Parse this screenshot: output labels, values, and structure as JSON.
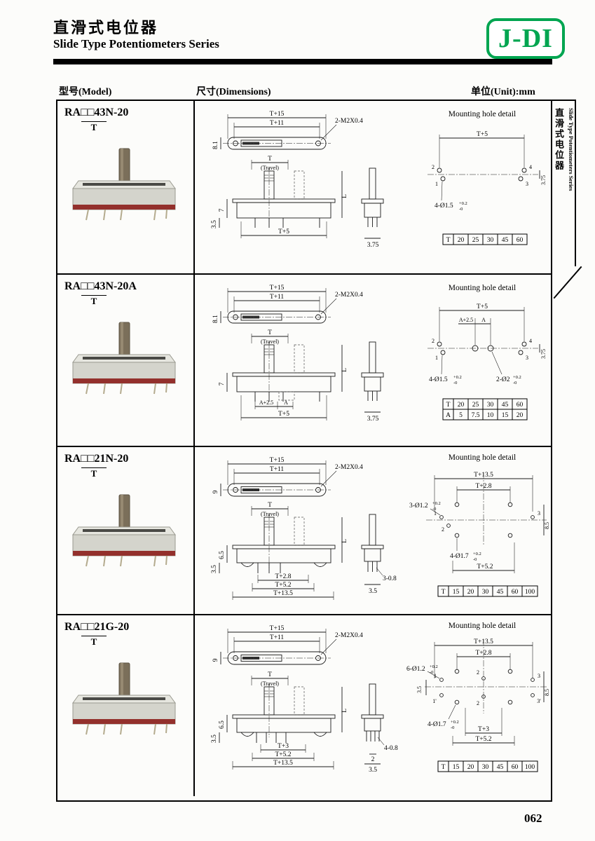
{
  "header": {
    "title_cn": "直滑式电位器",
    "title_en": "Slide Type Potentiometers Series",
    "logo": "J-DI"
  },
  "table_header": {
    "model": "型号(Model)",
    "dimensions": "尺寸(Dimensions)",
    "unit": "单位(Unit):mm"
  },
  "side_tab": {
    "cn": "直滑式电位器",
    "en": "Slide Type Potentiometers Series"
  },
  "page_number": "062",
  "rows": [
    {
      "model": "RA□□43N-20",
      "model_t": "T",
      "mounting_title": "Mounting hole detail",
      "labels": {
        "dim_outer": "T+15",
        "dim_inner": "T+11",
        "screw": "2-M2X0.4",
        "body_height": "8.1",
        "travel_t": "T",
        "travel": "(Travel)",
        "length": "L",
        "body_depth": "7",
        "pin_len": "3.5",
        "dim_bottom": "T+5",
        "side_width": "3.75"
      },
      "mount": {
        "dim_top": "T+5",
        "dim_right": "3.75",
        "pin_labels": [
          "2",
          "4",
          "1",
          "3"
        ],
        "hole1": {
          "label": "4-Ø1.5",
          "sup": "+0.2",
          "sub": "-0"
        }
      },
      "tables": [
        {
          "head": "T",
          "cells": [
            "20",
            "25",
            "30",
            "45",
            "60"
          ]
        }
      ]
    },
    {
      "model": "RA□□43N-20A",
      "model_t": "T",
      "mounting_title": "Mounting hole detail",
      "labels": {
        "dim_outer": "T+15",
        "dim_inner": "T+11",
        "screw": "2-M2X0.4",
        "body_height": "8.1",
        "travel_t": "T",
        "travel": "(Travel)",
        "length": "L",
        "body_depth": "7",
        "dim_a": "A+2.5",
        "dim_a2": "A",
        "dim_bottom": "T+5",
        "side_width": "3.75"
      },
      "mount": {
        "dim_top": "T+5",
        "dim_a": "A+2.5",
        "dim_a2": "A",
        "dim_right": "3.75",
        "pin_labels": [
          "2",
          "4",
          "1",
          "3"
        ],
        "hole1": {
          "label": "4-Ø1.5",
          "sup": "+0.2",
          "sub": "-0"
        },
        "hole2": {
          "label": "2-Ø2",
          "sup": "+0.2",
          "sub": "-0"
        }
      },
      "tables": [
        {
          "head": "T",
          "cells": [
            "20",
            "25",
            "30",
            "45",
            "60"
          ]
        },
        {
          "head": "A",
          "cells": [
            "5",
            "7.5",
            "10",
            "15",
            "20"
          ]
        }
      ]
    },
    {
      "model": "RA□□21N-20",
      "model_t": "T",
      "mounting_title": "Mounting hole detail",
      "labels": {
        "dim_outer": "T+15",
        "dim_inner": "T+11",
        "screw": "2-M2X0.4",
        "body_height": "9",
        "travel_t": "T",
        "travel": "(Travel)",
        "length": "L",
        "body_depth": "6.5",
        "pin_len": "3.5",
        "dim_b1": "T+2.8",
        "dim_b2": "T+5.2",
        "dim_b3": "T+13.5",
        "side_pin": "3-0.8",
        "side_width": "3.5"
      },
      "mount": {
        "dim_top": "T+13.5",
        "dim_top2": "T+2.8",
        "dim_right": "8.5",
        "dim_bottom": "T+5.2",
        "pin_labels": [
          "1",
          "2",
          "3"
        ],
        "hole1": {
          "label": "3-Ø1.2",
          "sup": "+0.2",
          "sub": "-0"
        },
        "hole2": {
          "label": "4-Ø1.7",
          "sup": "+0.2",
          "sub": "-0"
        }
      },
      "tables": [
        {
          "head": "T",
          "cells": [
            "15",
            "20",
            "30",
            "45",
            "60",
            "100"
          ]
        }
      ]
    },
    {
      "model": "RA□□21G-20",
      "model_t": "T",
      "mounting_title": "Mounting hole detail",
      "labels": {
        "dim_outer": "T+15",
        "dim_inner": "T+11",
        "screw": "2-M2X0.4",
        "body_height": "9",
        "travel_t": "T",
        "travel": "(Travel)",
        "length": "L",
        "body_depth": "6.5",
        "pin_len": "3.5",
        "dim_b1": "T+3",
        "dim_b2": "T+5.2",
        "dim_b3": "T+13.5",
        "side_pin": "4-0.8",
        "side_w1": "2",
        "side_width": "3.5"
      },
      "mount": {
        "dim_top": "T+13.5",
        "dim_top2": "T+2.8",
        "dim_left": "3.5",
        "dim_right": "8.5",
        "dim_b1": "T+3",
        "dim_b2": "T+5.2",
        "pin_labels": [
          "1",
          "2",
          "3",
          "1'",
          "2",
          "3'"
        ],
        "hole1": {
          "label": "6-Ø1.2",
          "sup": "+0.2",
          "sub": "-0"
        },
        "hole2": {
          "label": "4-Ø1.7",
          "sup": "+0.2",
          "sub": "-0"
        }
      },
      "tables": [
        {
          "head": "T",
          "cells": [
            "15",
            "20",
            "30",
            "45",
            "60",
            "100"
          ]
        }
      ]
    }
  ]
}
